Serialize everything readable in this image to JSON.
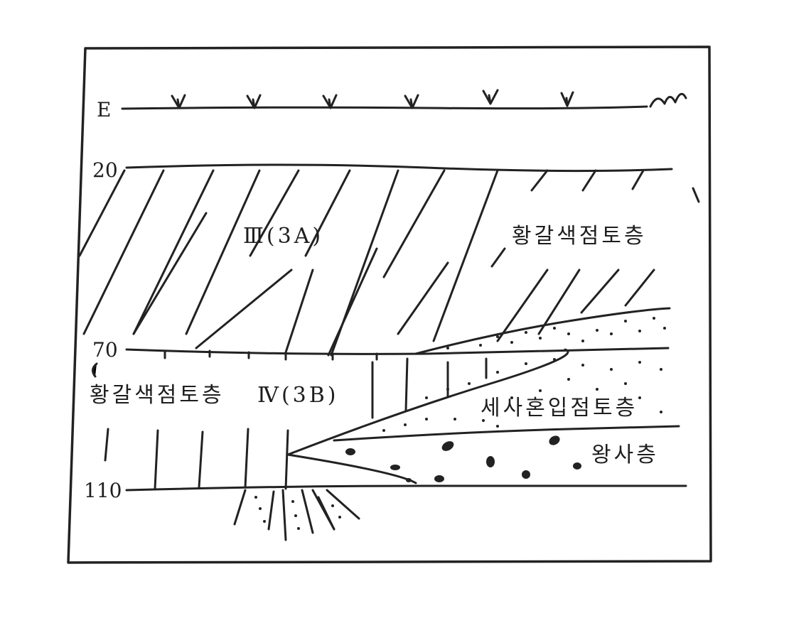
{
  "depth_labels": {
    "surface": "E",
    "d20": "20",
    "d70": "70",
    "d110": "110"
  },
  "layers": {
    "upper_code": "Ⅲ(3A)",
    "upper_name": "황갈색점토층",
    "lower_name": "황갈색점토층",
    "lower_code": "Ⅳ(3B)",
    "fine_sand_clay": "세사혼입점토층",
    "gravel_sand": "왕사층"
  }
}
